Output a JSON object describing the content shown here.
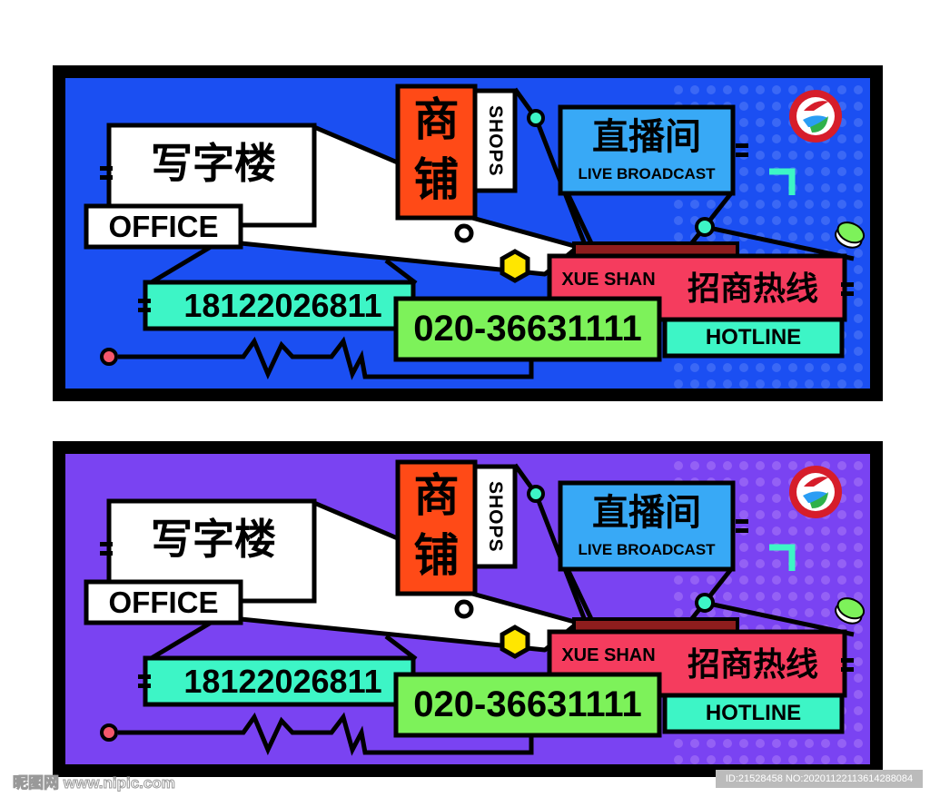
{
  "panels": [
    {
      "variant": "blue",
      "bg_color": "#1b4ff2",
      "dot_color": "#3b68f5",
      "office_cn": "写字楼",
      "office_en": "OFFICE",
      "mobile": "18122026811",
      "landline": "020-36631111",
      "shops_cn_1": "商",
      "shops_cn_2": "铺",
      "shops_en": "SHOPS",
      "live_cn": "直播间",
      "live_en": "LIVE BROADCAST",
      "brand_en": "XUE SHAN",
      "hotline_cn": "招商热线",
      "hotline_en": "HOTLINE"
    },
    {
      "variant": "purple",
      "bg_color": "#7a43f2",
      "dot_color": "#9461f5",
      "office_cn": "写字楼",
      "office_en": "OFFICE",
      "mobile": "18122026811",
      "landline": "020-36631111",
      "shops_cn_1": "商",
      "shops_cn_2": "铺",
      "shops_en": "SHOPS",
      "live_cn": "直播间",
      "live_en": "LIVE BROADCAST",
      "brand_en": "XUE SHAN",
      "hotline_cn": "招商热线",
      "hotline_en": "HOTLINE"
    }
  ],
  "colors": {
    "frame": "#000000",
    "office_box": "#ffffff",
    "shops_box": "#ff4a17",
    "live_box": "#38a9f6",
    "hotline_box": "#f53c5e",
    "mobile_box": "#3df5c6",
    "landline_box": "#7df25a",
    "hexagon": "#ffe600",
    "connector_dot": "#3df5c6",
    "start_dot": "#f5576c"
  },
  "watermark": {
    "site": "昵图网 www.nipic.com",
    "id": "ID:21528458 NO:20201122113614288084"
  }
}
